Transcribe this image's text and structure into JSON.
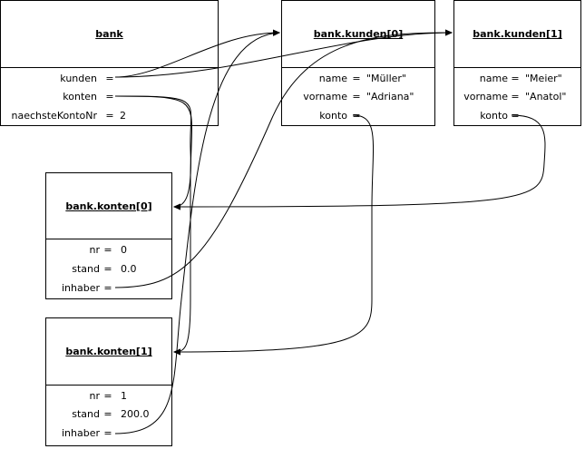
{
  "objects": {
    "bank": {
      "title": "bank",
      "fields": [
        {
          "name": "kunden",
          "value": ""
        },
        {
          "name": "konten",
          "value": ""
        },
        {
          "name": "naechsteKontoNr",
          "value": "2"
        }
      ]
    },
    "kunde0": {
      "title": "bank.kunden[0]",
      "fields": [
        {
          "name": "name",
          "value": "\"Müller\""
        },
        {
          "name": "vorname",
          "value": "\"Adriana\""
        },
        {
          "name": "konto",
          "value": ""
        }
      ]
    },
    "kunde1": {
      "title": "bank.kunden[1]",
      "fields": [
        {
          "name": "name",
          "value": "\"Meier\""
        },
        {
          "name": "vorname",
          "value": "\"Anatol\""
        },
        {
          "name": "konto",
          "value": ""
        }
      ]
    },
    "konto0": {
      "title": "bank.konten[0]",
      "fields": [
        {
          "name": "nr",
          "value": "0"
        },
        {
          "name": "stand",
          "value": "0.0"
        },
        {
          "name": "inhaber",
          "value": ""
        }
      ]
    },
    "konto1": {
      "title": "bank.konten[1]",
      "fields": [
        {
          "name": "nr",
          "value": "1"
        },
        {
          "name": "stand",
          "value": "200.0"
        },
        {
          "name": "inhaber",
          "value": ""
        }
      ]
    }
  },
  "equals_sign": "="
}
